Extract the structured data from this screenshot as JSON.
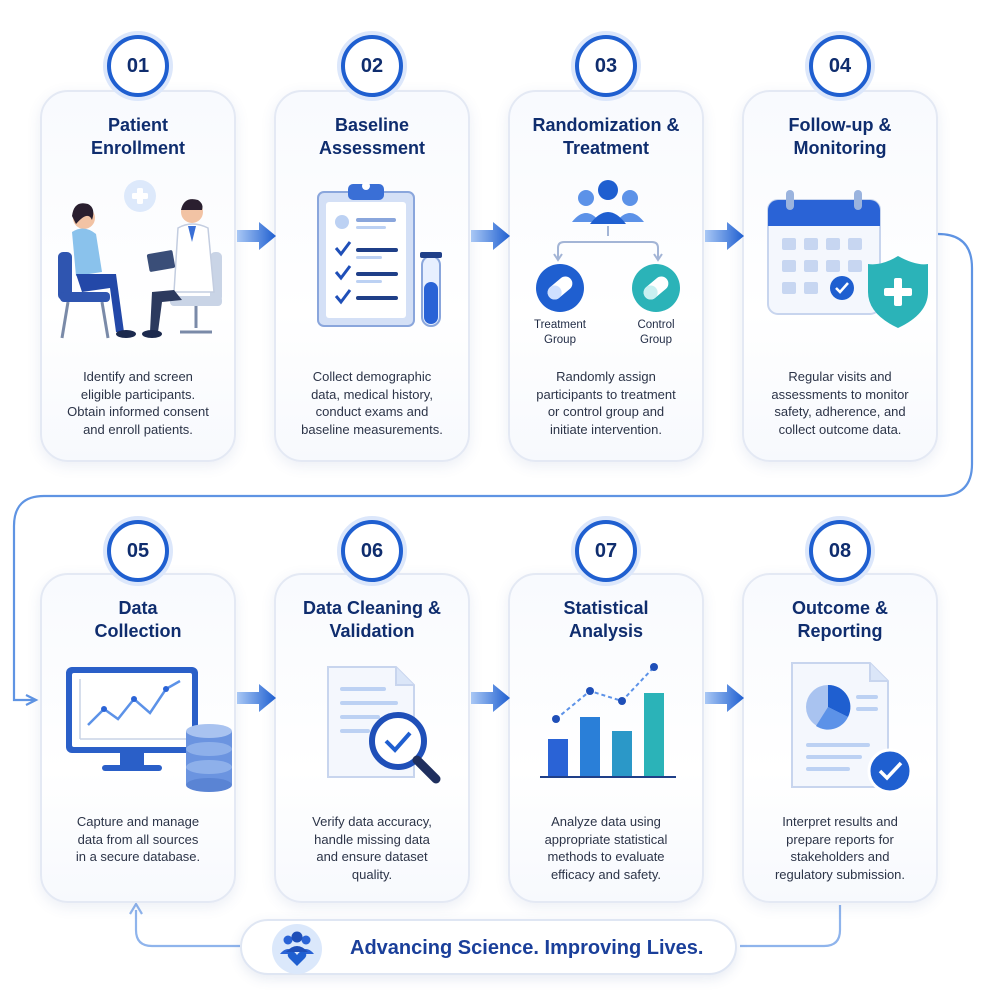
{
  "steps": [
    {
      "num": "01",
      "title": "Patient\nEnrollment",
      "desc": "Identify and screen\neligible participants.\nObtain informed consent\nand enroll patients."
    },
    {
      "num": "02",
      "title": "Baseline\nAssessment",
      "desc": "Collect demographic\ndata, medical history,\nconduct exams and\nbaseline measurements."
    },
    {
      "num": "03",
      "title": "Randomization &\nTreatment",
      "desc": "Randomly assign\nparticipants to treatment\nor control group and\ninitiate intervention."
    },
    {
      "num": "04",
      "title": "Follow-up &\nMonitoring",
      "desc": "Regular visits and\nassessments to monitor\nsafety, adherence, and\ncollect outcome data."
    },
    {
      "num": "05",
      "title": "Data\nCollection",
      "desc": "Capture and manage\ndata from all sources\nin a secure database."
    },
    {
      "num": "06",
      "title": "Data Cleaning &\nValidation",
      "desc": "Verify data accuracy,\nhandle missing data\nand ensure dataset\nquality."
    },
    {
      "num": "07",
      "title": "Statistical\nAnalysis",
      "desc": "Analyze data using\nappropriate statistical\nmethods to evaluate\nefficacy and safety."
    },
    {
      "num": "08",
      "title": "Outcome &\nReporting",
      "desc": "Interpret results and\nprepare reports for\nstakeholders and\nregulatory submission."
    }
  ],
  "groups": {
    "treatment": [
      "Treatment",
      "Group"
    ],
    "control": [
      "Control",
      "Group"
    ]
  },
  "tagline": "Advancing Science. Improving Lives.",
  "colors": {
    "primary": "#1f5fd0",
    "navy": "#0f2d6e",
    "teal": "#2bb3b8",
    "light_blue": "#dce7fb",
    "flow_line": "#8fb4ec"
  },
  "icons": [
    "patient-doctor-icon",
    "clipboard-icon",
    "test-tube-icon",
    "people-group-icon",
    "pill-icon",
    "calendar-icon",
    "shield-plus-icon",
    "monitor-chart-icon",
    "database-icon",
    "document-magnifier-icon",
    "bar-chart-icon",
    "report-pie-icon",
    "check-badge-icon",
    "heart-people-icon"
  ]
}
